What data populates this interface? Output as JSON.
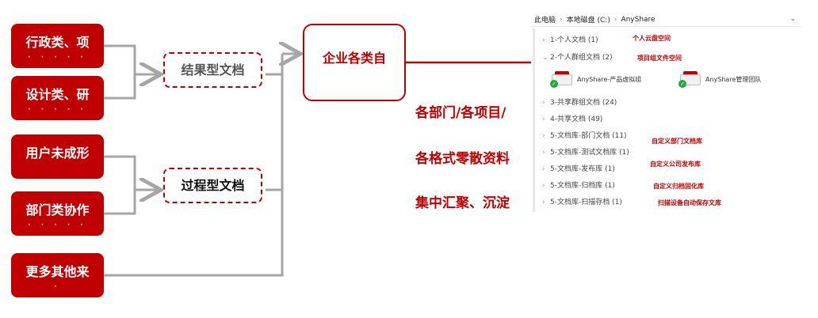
{
  "sources": [
    {
      "label": "行政类、项",
      "dots": "· · · · ·"
    },
    {
      "label": "设计类、研",
      "dots": "· · · · ·"
    },
    {
      "label": "用户未成形",
      "dots": ""
    },
    {
      "label": "部门类协作",
      "dots": "· · · · ·"
    },
    {
      "label": "更多其他来",
      "dots": "·"
    }
  ],
  "dashed_boxes": {
    "result_docs": "结果型文档",
    "process_docs": "过程型文档"
  },
  "main_box": {
    "label": "企业各类自"
  },
  "red_lines": [
    "各部门/各项目/",
    "各格式零散资料",
    "集中汇聚、沉淀"
  ],
  "explorer": {
    "breadcrumb": [
      "此电脑",
      "本地磁盘 (C:)",
      "AnyShare"
    ],
    "rows": [
      {
        "label": "1-个人文档 (1)",
        "chevron": "›"
      },
      {
        "label": "2-个人群组文档 (2)",
        "chevron": "⌄"
      },
      {
        "label": "3-共享群组文档 (24)",
        "chevron": "›"
      },
      {
        "label": "4-共享文档 (49)",
        "chevron": "›"
      },
      {
        "label": "5-文档库-部门文档 (11)",
        "chevron": "›"
      },
      {
        "label": "5-文档库-测试文档库 (1)",
        "chevron": "›"
      },
      {
        "label": "5-文档库-发布库 (1)",
        "chevron": "›"
      },
      {
        "label": "5-文档库-归档库 (1)",
        "chevron": "›"
      },
      {
        "label": "5-文档库-扫描存档 (1)",
        "chevron": "›"
      }
    ],
    "groups": [
      "AnyShare-产品虚拟组",
      "AnyShare管理团队"
    ],
    "tags": {
      "personal": "个人云盘空间",
      "project": "项目组文件空间",
      "dept": "自定义部门文档库",
      "publish": "自定义公司发布库",
      "archive": "自定义归档固化库",
      "scan": "扫描设备自动保存文库"
    }
  },
  "colors": {
    "accent": "#c00000",
    "connector": "#a6a6a6",
    "check": "#1faa3a"
  }
}
